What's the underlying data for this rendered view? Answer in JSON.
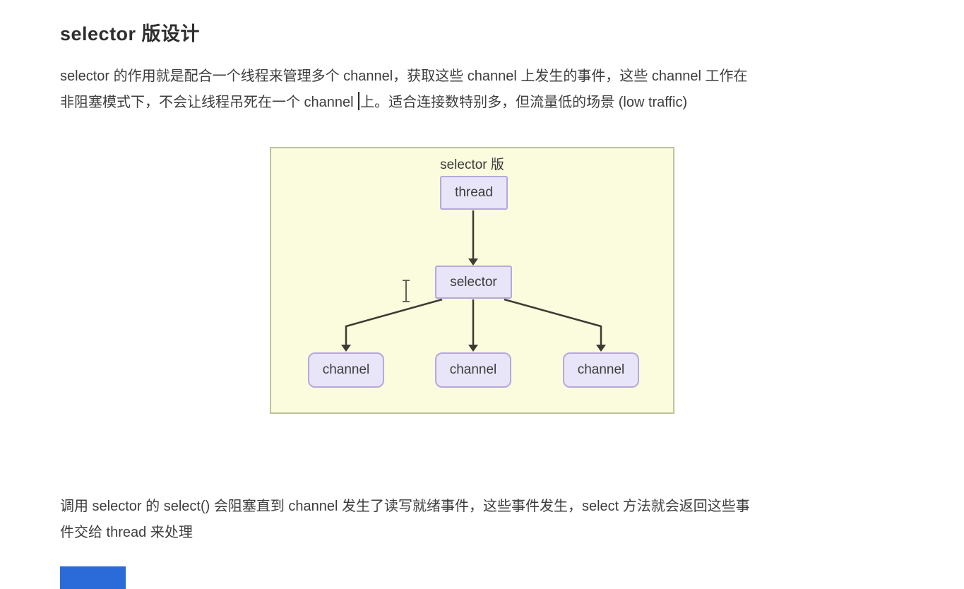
{
  "page": {
    "title": "selector 版设计"
  },
  "paragraph1": {
    "line1": "selector 的作用就是配合一个线程来管理多个 channel，获取这些 channel 上发生的事件，这些 channel 工作在",
    "line2_before_caret": "非阻塞模式下，不会让线程吊死在一个 channel ",
    "line2_after_caret": "上。适合连接数特别多，但流量低的场景 (low traffic)"
  },
  "diagram": {
    "caption": "selector 版",
    "nodes": {
      "thread": "thread",
      "selector": "selector"
    },
    "channels": [
      "channel",
      "channel",
      "channel"
    ],
    "colors": {
      "background": "#fbfbdd",
      "border": "#bac49e",
      "node_fill": "#e8e5f9",
      "node_border": "#b6a8dc",
      "arrow": "#3c3b33"
    }
  },
  "paragraph2": {
    "line1": "调用 selector 的 select() 会阻塞直到 channel 发生了读写就绪事件，这些事件发生，select 方法就会返回这些事",
    "line2": "件交给 thread 来处理"
  },
  "footer": {
    "blue_bar_color": "#2a6bd9"
  }
}
